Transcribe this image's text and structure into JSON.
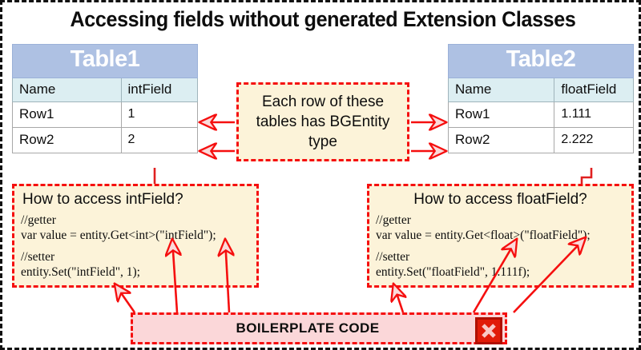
{
  "slide": {
    "title": "Accessing fields without generated Extension Classes",
    "accent_red": "#f50f0f",
    "callout_fill": "#fcf3d9",
    "banner_fill": "#fbd7d9",
    "table_header_blue": "#aec1e3",
    "table_subheader_cyan": "#dceef2"
  },
  "table1": {
    "caption": "Table1",
    "columns": [
      "Name",
      "intField"
    ],
    "rows": [
      [
        "Row1",
        "1"
      ],
      [
        "Row2",
        "2"
      ]
    ]
  },
  "table2": {
    "caption": "Table2",
    "columns": [
      "Name",
      "floatField"
    ],
    "rows": [
      [
        "Row1",
        "1.111"
      ],
      [
        "Row2",
        "2.222"
      ]
    ]
  },
  "center_callout": {
    "text": "Each row of these tables has BGEntity type"
  },
  "left_code": {
    "heading": "How to access intField?",
    "getter_comment": "//getter",
    "getter_code": "var value = entity.Get<int>(\"intField\");",
    "setter_comment": "//setter",
    "setter_code": "entity.Set(\"intField\", 1);"
  },
  "right_code": {
    "heading": "How to access floatField?",
    "getter_comment": "//getter",
    "getter_code": "var value = entity.Get<float>(\"floatField\");",
    "setter_comment": "//setter",
    "setter_code": "entity.Set(\"floatField\", 1.111f);"
  },
  "banner": {
    "label": "BOILERPLATE CODE",
    "icon": "x-mark-icon"
  }
}
